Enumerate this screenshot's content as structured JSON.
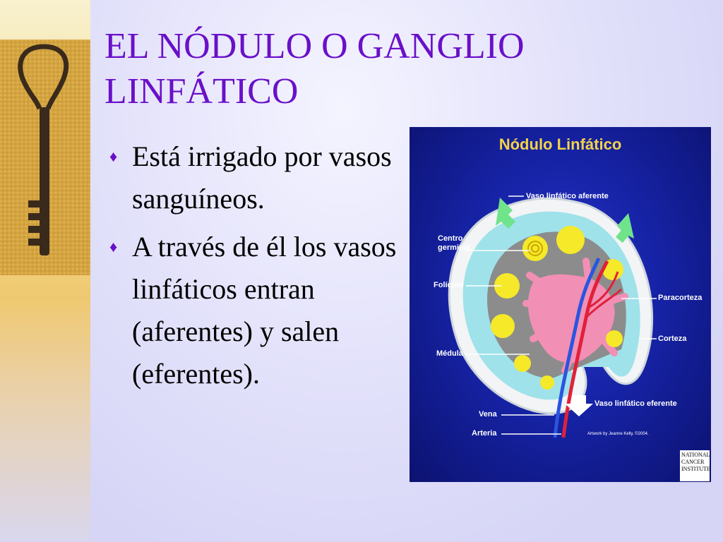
{
  "slide": {
    "title_line1": "EL NÓDULO O GANGLIO",
    "title_line2": "LINFÁTICO",
    "bullets": [
      {
        "text": "Está irrigado por vasos sanguíneos."
      },
      {
        "text": "A través de él los vasos linfáticos entran (aferentes) y salen (eferentes)."
      }
    ],
    "bullet_glyph": "♦"
  },
  "figure": {
    "title": "Nódulo Linfático",
    "labels": {
      "afferent": "Vaso linfático aferente",
      "germinal_1": "Centro",
      "germinal_2": "germinal",
      "follicle": "Folículo",
      "paracortex": "Paracorteza",
      "cortex": "Corteza",
      "medulla": "Médula",
      "efferent": "Vaso linfático eferente",
      "vein": "Vena",
      "artery": "Arteria"
    },
    "credit": "Artwork by Jeanne Kelly, ©2004.",
    "logo_lines": [
      "NATIONAL",
      "CANCER",
      "INSTITUTE"
    ]
  },
  "colors": {
    "title": "#6a10c9",
    "figure_bg": "#1623a6",
    "figure_title": "#f3d24a",
    "follicle": "#f5e92a",
    "medulla": "#f28fb5"
  }
}
